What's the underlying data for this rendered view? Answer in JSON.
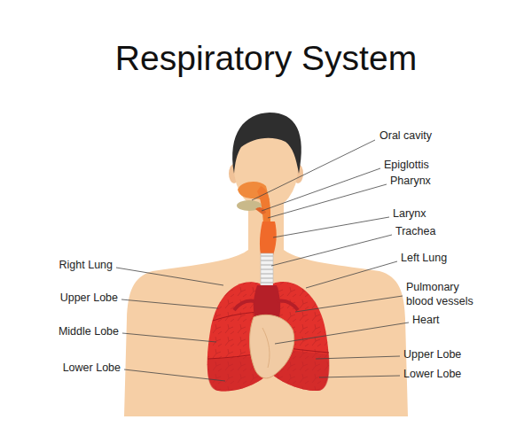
{
  "diagram": {
    "title": "Respiratory System",
    "labels": [
      "Oral cavity",
      "Epiglottis",
      "Pharynx",
      "Larynx",
      "Trachea",
      "Left Lung",
      "Pulmonary blood vessels",
      "Heart",
      "Upper Lobe",
      "Lower Lobe",
      "Right Lung",
      "Upper Lobe",
      "Middle Lobe",
      "Lower Lobe"
    ]
  }
}
